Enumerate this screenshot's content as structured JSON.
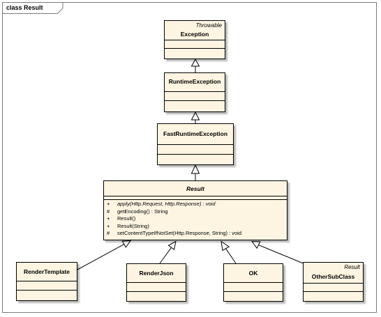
{
  "frame": {
    "label": "class Result"
  },
  "classes": {
    "exception": {
      "name": "Exception",
      "stereotype": "Throwable"
    },
    "runtime_exception": {
      "name": "RuntimeException"
    },
    "fast_runtime_exception": {
      "name": "FastRuntimeException"
    },
    "result": {
      "name": "Result",
      "abstract": true,
      "operations": [
        {
          "visibility": "+",
          "signature": "apply(Http.Request, Http.Response) : void",
          "abstract": true
        },
        {
          "visibility": "#",
          "signature": "getEncoding() : String"
        },
        {
          "visibility": "+",
          "signature": "Result()"
        },
        {
          "visibility": "+",
          "signature": "Result(String)"
        },
        {
          "visibility": "#",
          "signature": "setContentTypeIfNotSet(Http.Response, String) : void"
        }
      ]
    },
    "render_template": {
      "name": "RenderTemplate"
    },
    "render_json": {
      "name": "RenderJson"
    },
    "ok": {
      "name": "OK"
    },
    "other_sub_class": {
      "name": "OtherSubClass",
      "stereotype": "Result"
    }
  },
  "relationships": [
    {
      "type": "generalization",
      "from": "RuntimeException",
      "to": "Exception"
    },
    {
      "type": "generalization",
      "from": "FastRuntimeException",
      "to": "RuntimeException"
    },
    {
      "type": "generalization",
      "from": "Result",
      "to": "FastRuntimeException"
    },
    {
      "type": "generalization",
      "from": "RenderTemplate",
      "to": "Result"
    },
    {
      "type": "generalization",
      "from": "RenderJson",
      "to": "Result"
    },
    {
      "type": "generalization",
      "from": "OK",
      "to": "Result"
    },
    {
      "type": "generalization",
      "from": "OtherSubClass",
      "to": "Result"
    }
  ],
  "colors": {
    "class_fill": "#fdf5e2",
    "border": "#000000",
    "frame_border": "#7a7a7a"
  }
}
